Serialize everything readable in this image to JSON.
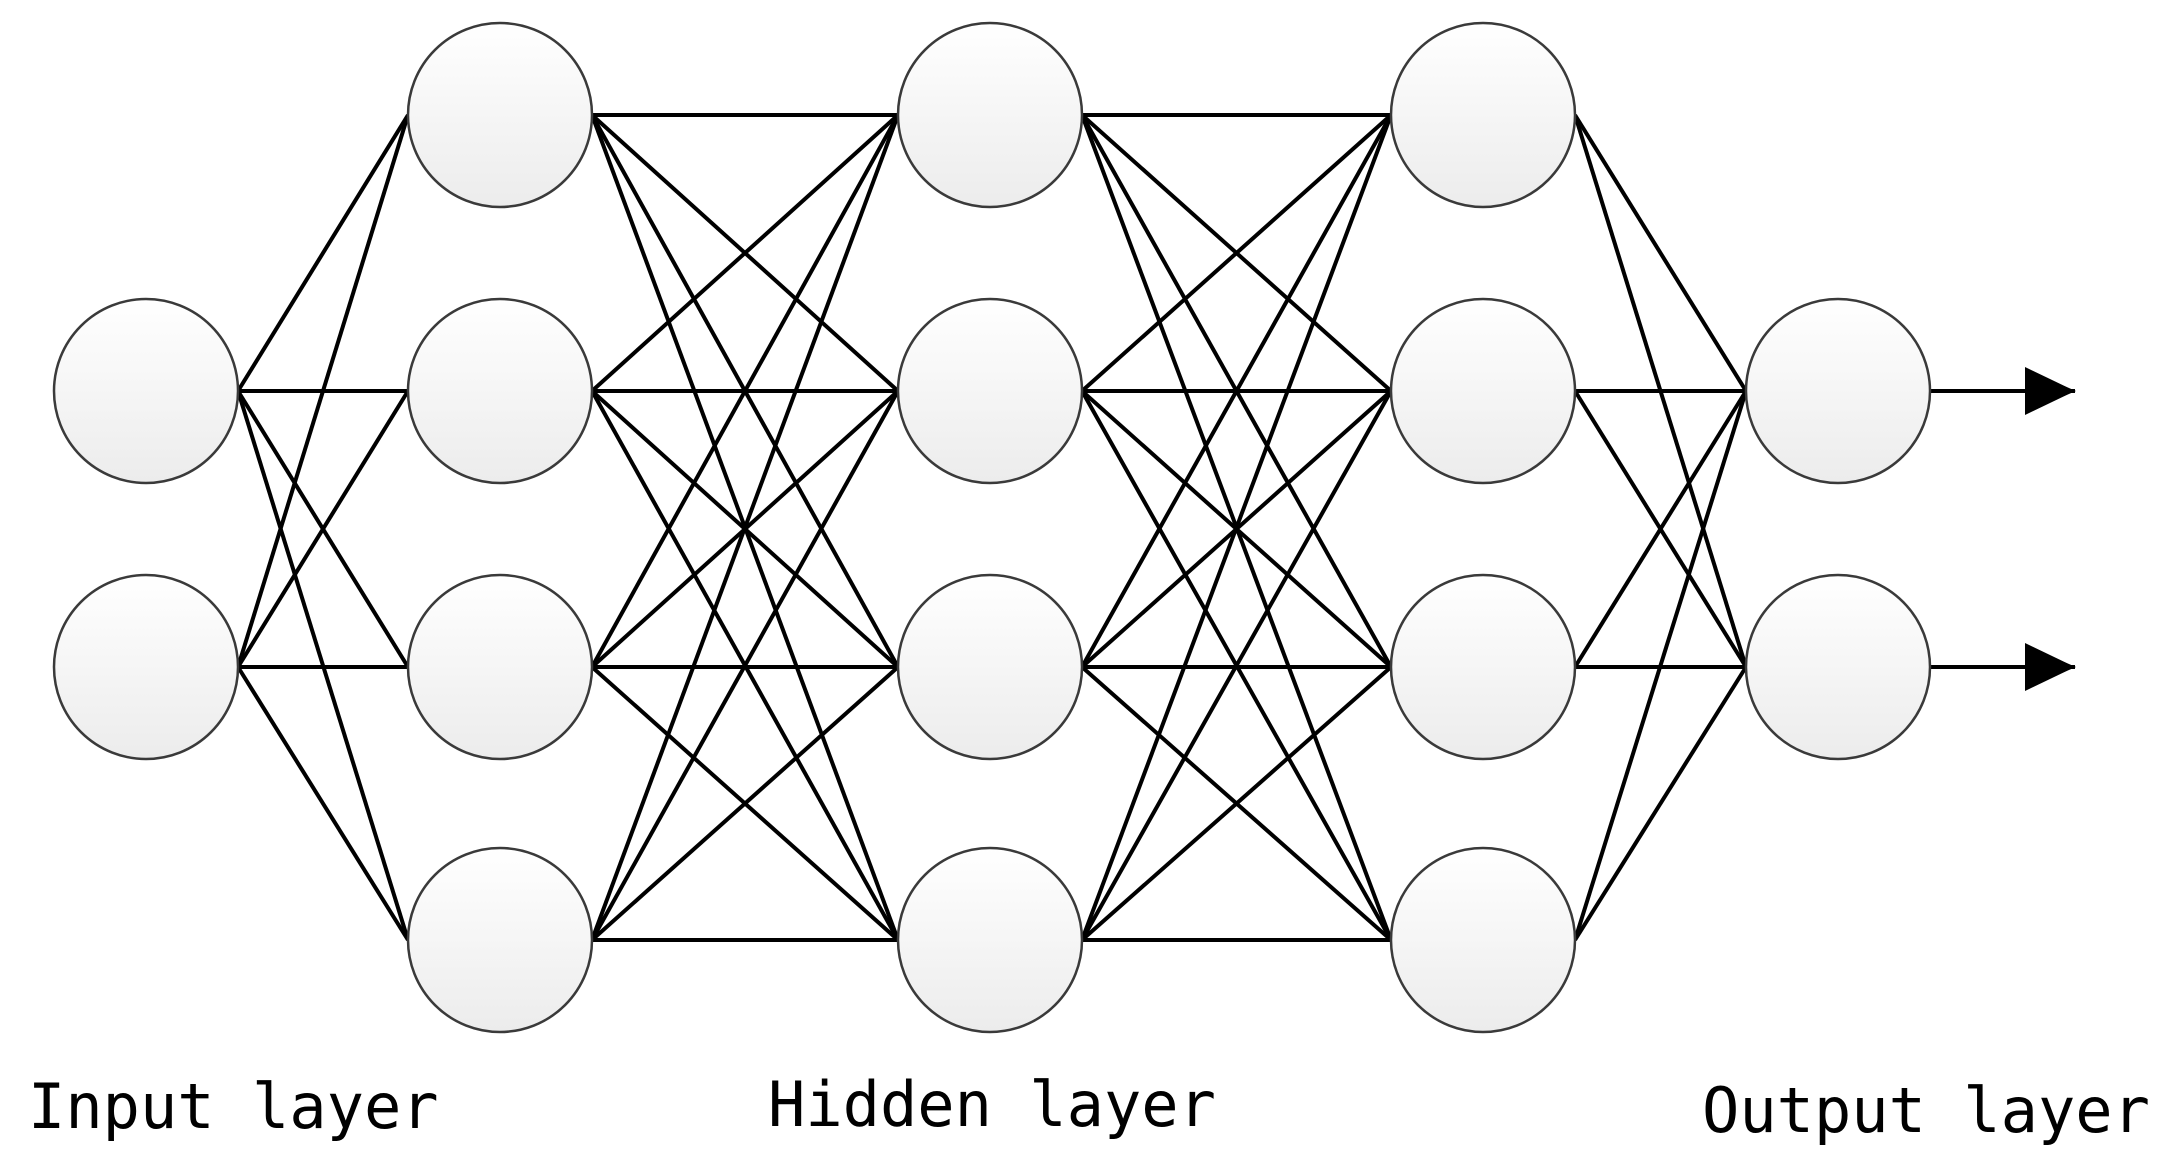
{
  "diagram": {
    "type": "feedforward-neural-network",
    "layers": [
      {
        "id": "input",
        "neurons": 2
      },
      {
        "id": "hidden-1",
        "neurons": 4
      },
      {
        "id": "hidden-2",
        "neurons": 4
      },
      {
        "id": "hidden-3",
        "neurons": 4
      },
      {
        "id": "output",
        "neurons": 2
      }
    ],
    "connectivity": "fully-connected",
    "output_arrows": 2,
    "colors": {
      "edge": "#000000",
      "node_stroke": "#3a3a3a",
      "node_fill_top": "#ffffff",
      "node_fill_bottom": "#ececec"
    }
  },
  "labels": {
    "input_layer": "Input layer",
    "hidden_layer": "Hidden layer",
    "output_layer": "Output layer"
  }
}
